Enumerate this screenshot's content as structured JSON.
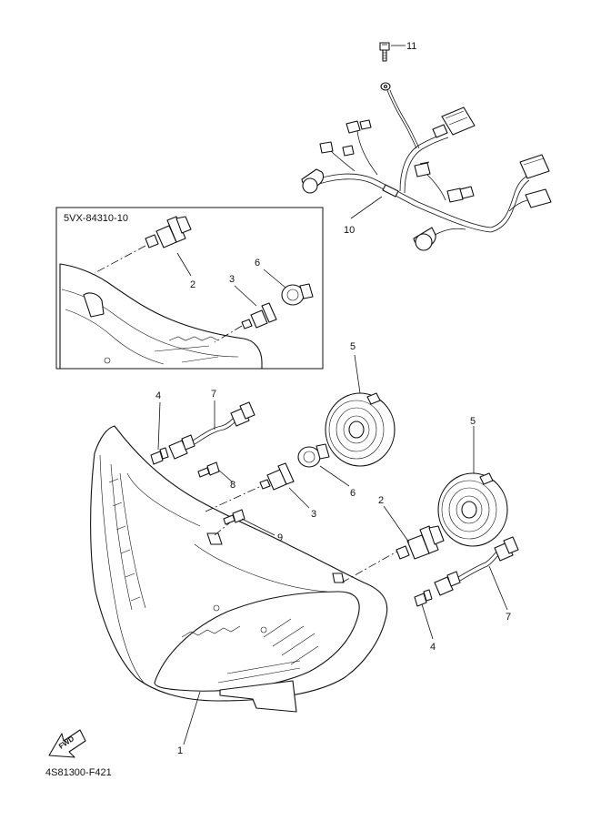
{
  "diagram": {
    "subassembly_code": "5VX-84310-10",
    "figure_code": "4S81300-F421",
    "fwd_label": "FWD",
    "callouts": {
      "c1": "1",
      "c2a": "2",
      "c2b": "2",
      "c3a": "3",
      "c3b": "3",
      "c4a": "4",
      "c4b": "4",
      "c5a": "5",
      "c5b": "5",
      "c6a": "6",
      "c6b": "6",
      "c7a": "7",
      "c7b": "7",
      "c8": "8",
      "c9": "9",
      "c10": "10",
      "c11": "11"
    }
  }
}
